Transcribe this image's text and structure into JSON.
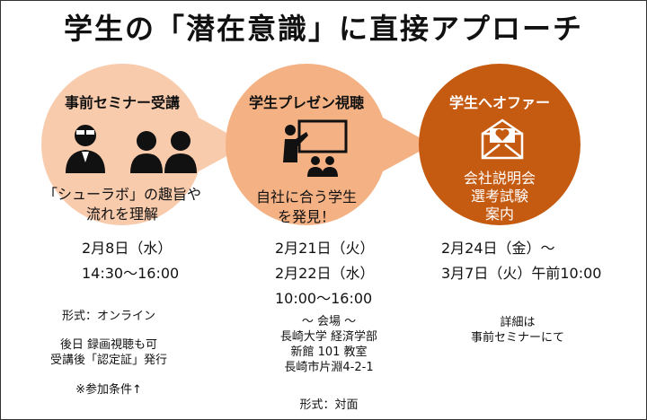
{
  "title": "学生の「潜在意識」に直接アプローチ",
  "colors": {
    "step1": "#F8CBAD",
    "step2": "#F4B183",
    "step3": "#C55A11",
    "white": "#ffffff"
  },
  "steps": [
    {
      "title": "事前セミナー受講",
      "icon": "presenter-and-audience-icon",
      "desc": [
        "「シューラボ」の趣旨や",
        "流れを理解"
      ]
    },
    {
      "title": "学生プレゼン視聴",
      "icon": "presentation-board-icon",
      "desc": [
        "自社に合う学生",
        "を発見！"
      ]
    },
    {
      "title": "学生へオファー",
      "icon": "heart-envelope-icon",
      "desc": [
        "会社説明会",
        "選考試験",
        "案内"
      ]
    }
  ],
  "schedule": [
    {
      "lines": [
        "2月8日（水）",
        "14:30〜16:00"
      ]
    },
    {
      "lines": [
        "2月21日（火）",
        "2月22日（水）",
        "10:00〜16:00"
      ]
    },
    {
      "lines": [
        "2月24日（金）〜",
        "3月7日（火）午前10:00"
      ]
    }
  ],
  "notes": {
    "col1": {
      "format": "形式：オンライン",
      "record": [
        "後日 録画視聴も可",
        "受講後「認定証」発行"
      ],
      "condition": "※参加条件↑"
    },
    "col2": {
      "venue": [
        "〜 会場 〜",
        "長崎大学 経済学部",
        "新館 101 教室",
        "長崎市片淵4-2-1"
      ],
      "format": "形式：対面"
    },
    "col3": {
      "detail": [
        "詳細は",
        "事前セミナーにて"
      ]
    }
  }
}
